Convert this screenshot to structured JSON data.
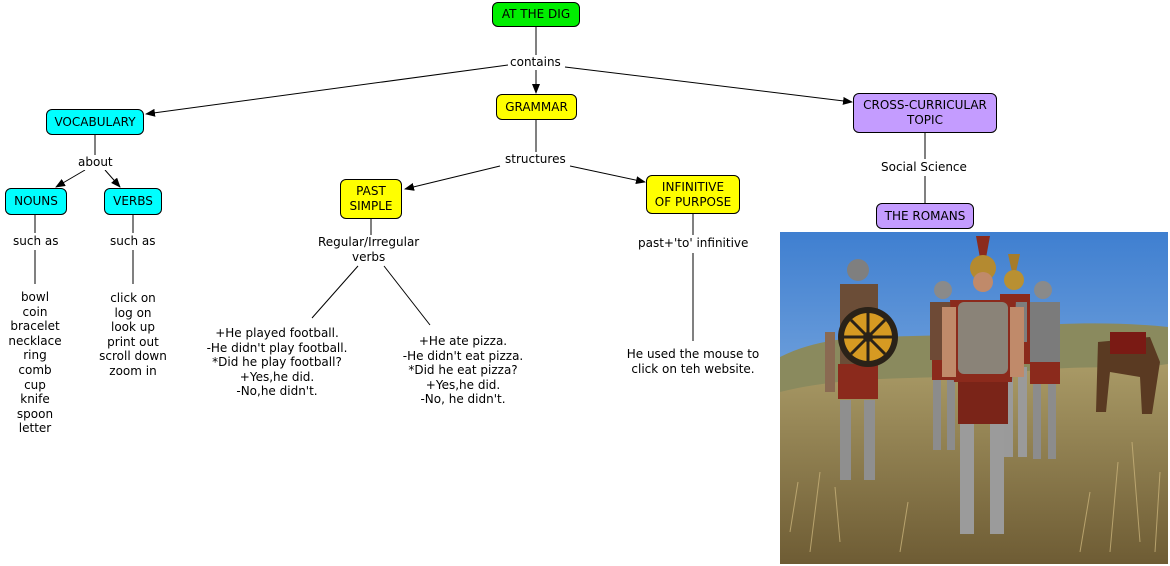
{
  "nodes": {
    "root": "AT THE DIG",
    "vocabulary": "VOCABULARY",
    "grammar": "GRAMMAR",
    "cross": "CROSS-CURRICULAR\nTOPIC",
    "nouns": "NOUNS",
    "verbs": "VERBS",
    "past_simple": "PAST\nSIMPLE",
    "infinitive": "INFINITIVE\nOF PURPOSE",
    "romans": "THE ROMANS"
  },
  "links": {
    "contains": "contains",
    "about": "about",
    "structures": "structures",
    "social_science": "Social Science",
    "such_as_nouns": "such as",
    "such_as_verbs": "such as",
    "regular_irregular": "Regular/Irregular\nverbs",
    "past_to_infinitive": "past+'to' infinitive"
  },
  "texts": {
    "nouns_list": "bowl\ncoin\nbracelet\nnecklace\nring\ncomb\ncup\nknife\nspoon\nletter",
    "verbs_list": "click on\nlog on\nlook up\nprint out\nscroll down\nzoom in",
    "regular_examples": "+He played football.\n-He didn't play football.\n*Did he play football?\n+Yes,he did.\n-No,he didn't.",
    "irregular_examples": "+He ate pizza.\n-He didn't eat pizza.\n*Did he eat pizza?\n+Yes,he did.\n-No, he didn't.",
    "infinitive_example": "He used the mouse to\nclick on teh website."
  },
  "colors": {
    "root": "#00ee00",
    "vocabulary": "#00ffff",
    "grammar": "#ffff00",
    "cross": "#c49cff"
  },
  "image": {
    "subject": "roman-soldiers-photo"
  }
}
